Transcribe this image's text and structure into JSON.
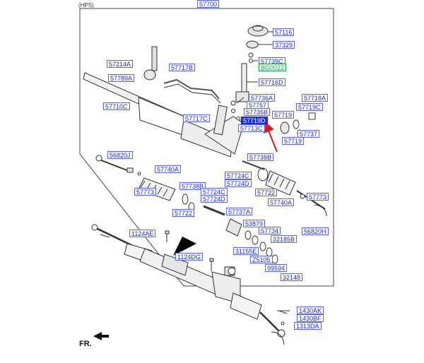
{
  "header": {
    "line1": "(HPS)"
  },
  "assembly_label": "57700",
  "selected_label": "57719D",
  "labels": {
    "l57116": "57116",
    "l37329": "37329",
    "l57739C": "57739C",
    "lBG0022": "BG0022",
    "l57716D": "57716D",
    "l57736A": "57736A",
    "l57757": "57757",
    "l57735B": "57735B",
    "l57719D": "57719D",
    "l57713C": "57713C",
    "l57718A": "57718A",
    "l57719C": "57719C",
    "l57719a": "57719",
    "l57719b": "57719",
    "l57737": "57737",
    "l57214A": "57214A",
    "l57789A": "57789A",
    "l57717B": "57717B",
    "l57710C": "57710C",
    "l57717C": "57717C",
    "l56820J": "56820J",
    "l57740A_l": "57740A",
    "l57738B_r": "57738B",
    "l57724C_m": "57724C",
    "l57724D_m": "57724D",
    "l57773_l": "57773",
    "l57738B_l": "57738B",
    "l57724C_l": "57724C",
    "l57724D_l": "57724D",
    "l57722_r": "57722",
    "l57740A_r": "57740A",
    "l57773_r": "57773",
    "l57722_l": "57722",
    "l57737A": "57737A",
    "l53879": "53879",
    "l57734": "57734",
    "l56820H": "56820H",
    "l1124AE": "1124AE",
    "l32185B": "32185B",
    "l31155E": "31155E",
    "lZ5105": "Z5105",
    "l99594": "99594",
    "l1124DG": "1124DG",
    "l32148": "32148",
    "l1430AK": "1430AK",
    "l1430BF": "1430BF",
    "l1313DA": "1313DA"
  },
  "front_label": "FR.",
  "colors": {
    "label_border": "#5a64e8",
    "label_text": "#1a2bd0",
    "selected_fill": "#1d2de6",
    "green": "#18a24a",
    "pointer_arrow": "#e01818"
  }
}
